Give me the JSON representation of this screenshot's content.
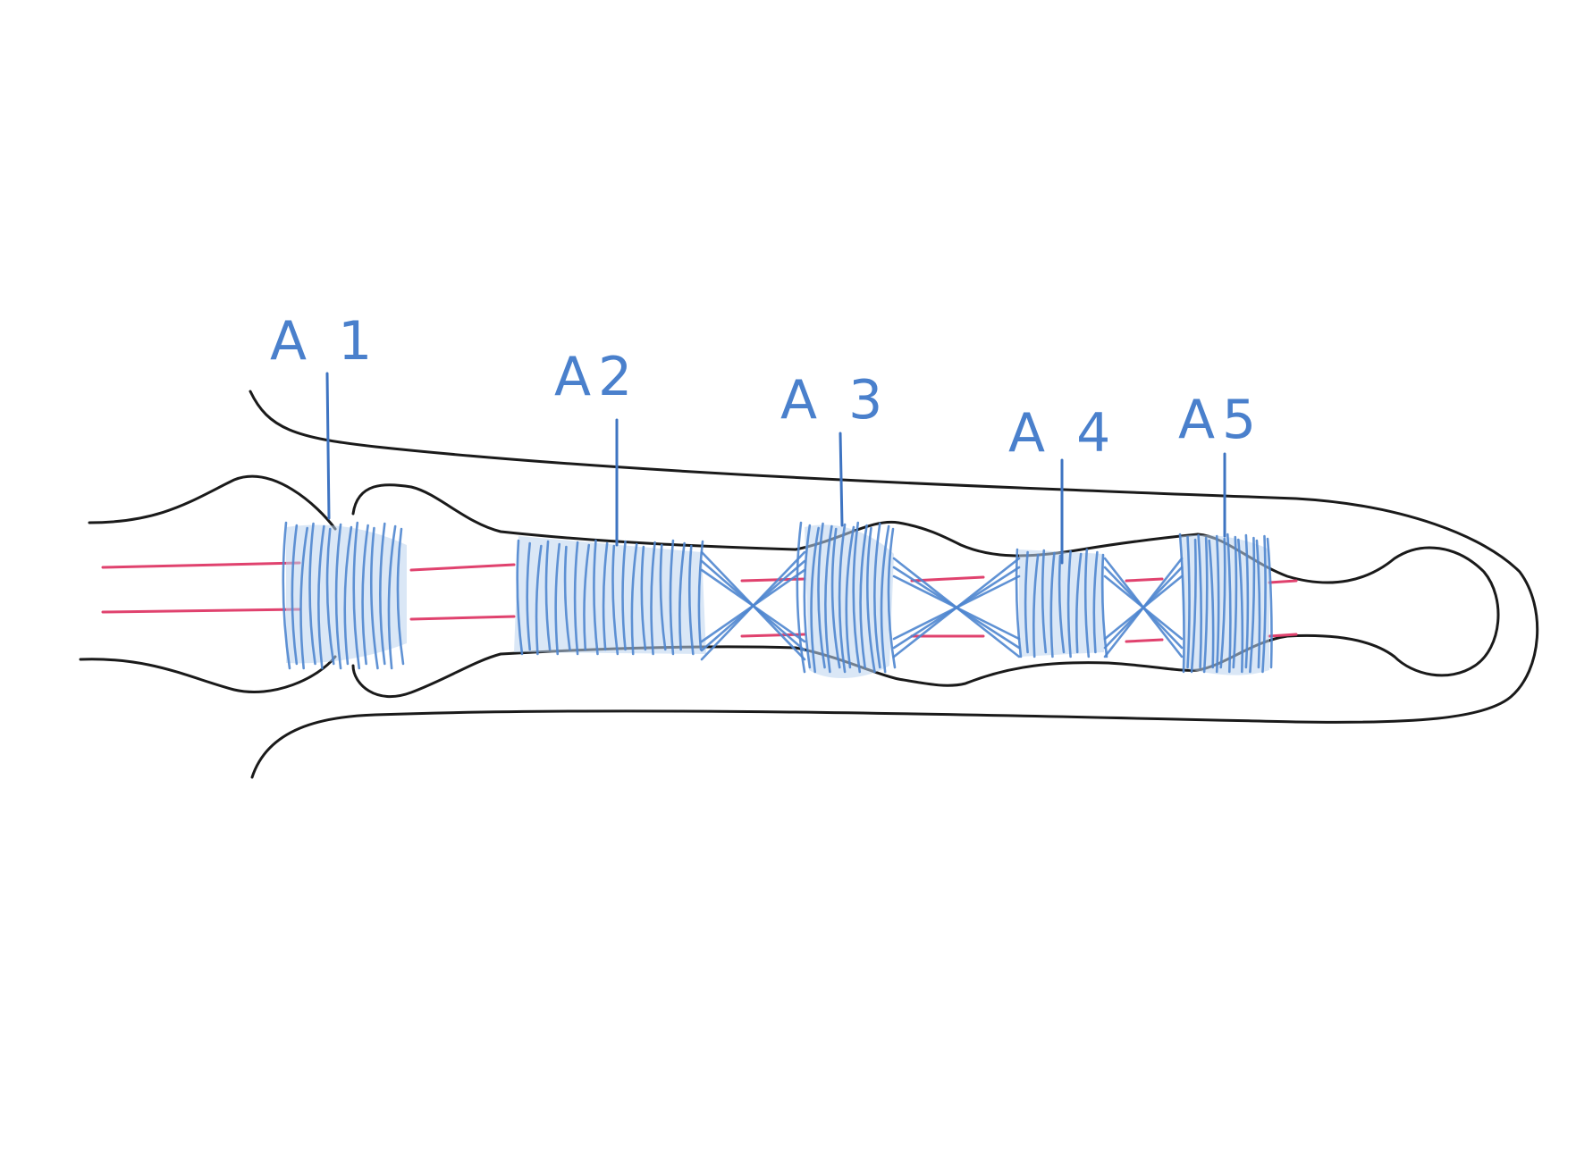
{
  "pulleys": [
    {
      "id": "A1",
      "label": "A 1"
    },
    {
      "id": "A2",
      "label": "A2"
    },
    {
      "id": "A3",
      "label": "A 3"
    },
    {
      "id": "A4",
      "label": "A 4"
    },
    {
      "id": "A5",
      "label": "A5"
    }
  ],
  "colors": {
    "outline": "#1a1a1a",
    "pulley": "#4f86cf",
    "tendon": "#e0426e",
    "label": "#4a80cc",
    "background": "#ffffff"
  }
}
